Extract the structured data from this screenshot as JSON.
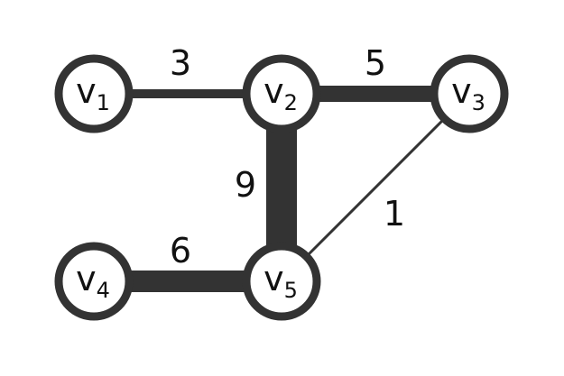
{
  "graph": {
    "colors": {
      "edge": "#333333",
      "node_fill": "#ffffff",
      "text": "#111111"
    },
    "nodes": [
      {
        "id": "v1",
        "base": "v",
        "sub": "1"
      },
      {
        "id": "v2",
        "base": "v",
        "sub": "2"
      },
      {
        "id": "v3",
        "base": "v",
        "sub": "3"
      },
      {
        "id": "v4",
        "base": "v",
        "sub": "4"
      },
      {
        "id": "v5",
        "base": "v",
        "sub": "5"
      }
    ],
    "edges": [
      {
        "id": "v1-v2",
        "from": "v1",
        "to": "v2",
        "weight": "3"
      },
      {
        "id": "v2-v3",
        "from": "v2",
        "to": "v3",
        "weight": "5"
      },
      {
        "id": "v2-v5",
        "from": "v2",
        "to": "v5",
        "weight": "9"
      },
      {
        "id": "v3-v5",
        "from": "v3",
        "to": "v5",
        "weight": "1"
      },
      {
        "id": "v4-v5",
        "from": "v4",
        "to": "v5",
        "weight": "6"
      }
    ]
  }
}
